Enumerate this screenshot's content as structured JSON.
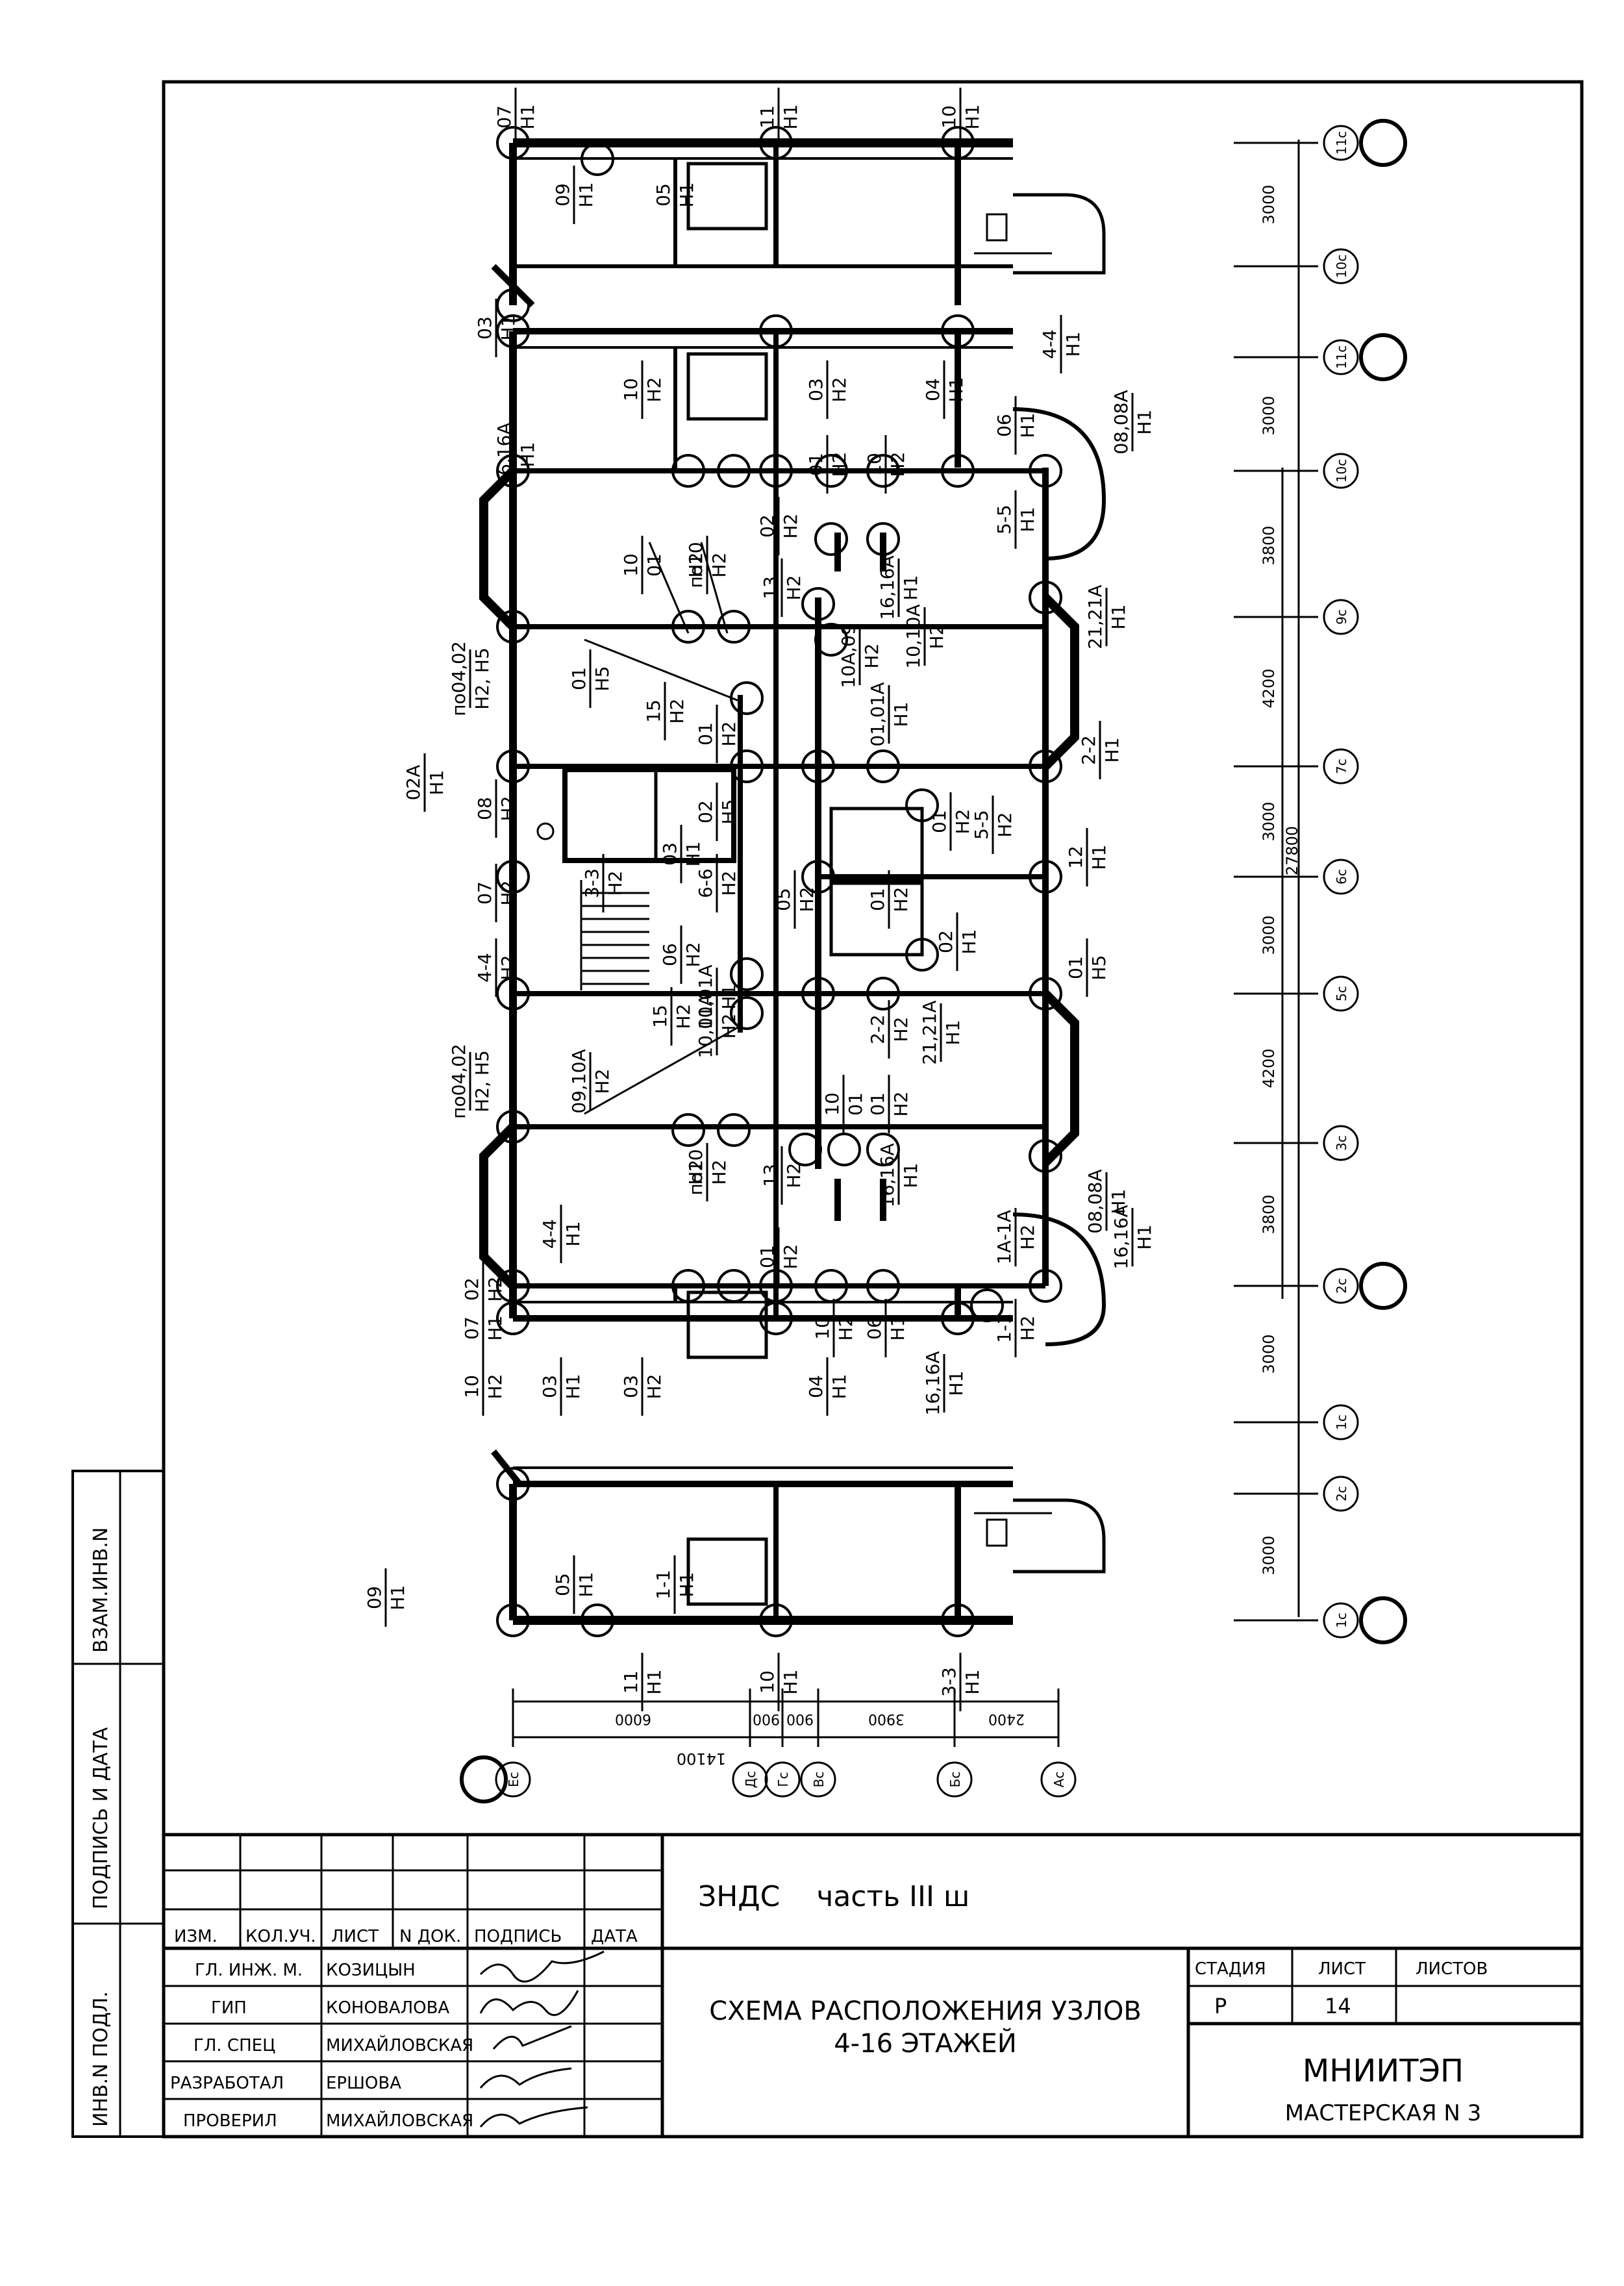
{
  "side_strip": {
    "inv_podl": "ИНВ.N ПОДЛ.",
    "podpis_data": "ПОДПИСЬ И ДАТА",
    "vzam_inv": "ВЗАМ.ИНВ.N"
  },
  "title_block": {
    "header_cols": [
      "ИЗМ.",
      "КОЛ.УЧ.",
      "ЛИСТ",
      "N ДОК.",
      "ПОДПИСЬ",
      "ДАТА"
    ],
    "roles": [
      {
        "role": "ГЛ. ИНЖ. М.",
        "name": "КОЗИЦЫН"
      },
      {
        "role": "ГИП",
        "name": "КОНОВАЛОВА"
      },
      {
        "role": "ГЛ. СПЕЦ",
        "name": "МИХАЙЛОВСКАЯ"
      },
      {
        "role": "РАЗРАБОТАЛ",
        "name": "ЕРШОВА"
      },
      {
        "role": "ПРОВЕРИЛ",
        "name": "МИХАЙЛОВСКАЯ"
      }
    ],
    "project": "ЗНДС    часть III ш",
    "title_line1": "СХЕМА РАСПОЛОЖЕНИЯ УЗЛОВ",
    "title_line2": "4-16 ЭТАЖЕЙ",
    "stage_label": "СТАДИЯ",
    "sheet_label": "ЛИСТ",
    "sheets_label": "ЛИСТОВ",
    "stage": "Р",
    "sheet": "14",
    "sheets": "",
    "org": "МНИИТЭП",
    "workshop": "МАСТЕРСКАЯ N 3"
  },
  "grid_axes_right": [
    "11с",
    "10с",
    "11с",
    "10с",
    "9с",
    "7с",
    "6с",
    "5с",
    "3с",
    "2с",
    "1с",
    "2с",
    "1с"
  ],
  "grid_axes_bottom": [
    "Ес",
    "Дс",
    "Гс",
    "Вс",
    "Бс",
    "Ас"
  ],
  "dims_right": [
    "3000",
    "3000",
    "3800",
    "4200",
    "3000",
    "3000",
    "4200",
    "3800",
    "3000",
    "3000"
  ],
  "dim_right_total": "27800",
  "dims_bottom": [
    "6000",
    "900",
    "900",
    "3900",
    "2400"
  ],
  "dim_bottom_total": "14100",
  "node_labels": [
    "07|Н1",
    "11|Н1",
    "10|Н1",
    "09|Н1",
    "05|Н1",
    "03|Н1",
    "4-4|Н1",
    "10|Н2",
    "03|Н2",
    "04|Н1",
    "16,16А|Н1",
    "06|Н1",
    "08,08А|Н1",
    "02|Н2",
    "01|Н2",
    "10|Н2",
    "5-5|Н1",
    "10|01",
    "Н2",
    "по10|Н2",
    "13|Н2",
    "16,16А|Н1",
    "21,21А|Н1",
    "по04,02|Н2, Н5",
    "01|Н5",
    "15|Н2",
    "01|Н2",
    "10А,09|Н2",
    "10,10А|Н2",
    "01,01А|Н1",
    "2-2|Н1",
    "02А|Н1",
    "08|Н2",
    "02|Н5",
    "01|Н2",
    "5-5|Н2",
    "3-3|Н2",
    "03|Н1",
    "12|Н1",
    "07|Н2",
    "6-6|Н2",
    "05|Н2",
    "01|Н2",
    "02|Н1",
    "4-4|Н2",
    "06|Н2",
    "01,01А|Н1",
    "01|Н5",
    "15|Н2",
    "10,10А|Н2",
    "2-2|Н2",
    "21,21А|Н1",
    "по04,02|Н2, Н5",
    "09,10А|Н2",
    "01|Н2",
    "10|01",
    "Н2",
    "по10|Н2",
    "13|Н2",
    "16,16А|Н1",
    "08,08А|Н1",
    "1А-1А|Н2",
    "4-4|Н1",
    "16,16А|Н1",
    "02|Н2",
    "01|Н2",
    "10|Н2",
    "06|Н1",
    "1-1|Н2",
    "03|Н1",
    "10|Н2",
    "03|Н2",
    "04|Н1",
    "16,16А|Н1",
    "07|Н1",
    "09|Н1",
    "05|Н1",
    "1-1|Н1",
    "11|Н1",
    "10|Н1",
    "3-3|Н1"
  ]
}
